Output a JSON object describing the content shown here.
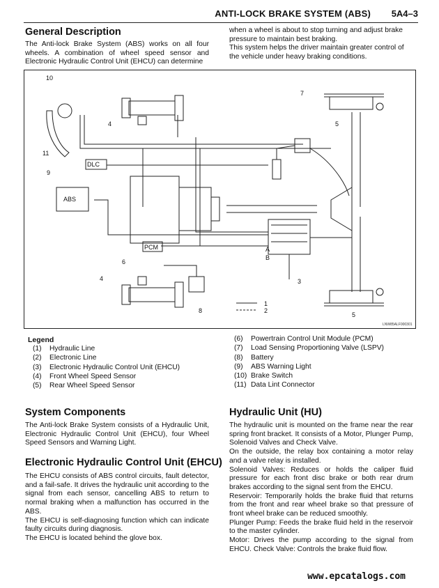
{
  "header": {
    "title": "ANTI-LOCK BRAKE SYSTEM (ABS)",
    "page": "5A4–3"
  },
  "general": {
    "heading": "General Description",
    "left": "The Anti-lock Brake System (ABS) works on all four wheels. A combination of wheel speed sensor and Electronic Hydraulic Control Unit (EHCU) can determine",
    "right": "when a wheel is about to stop turning and adjust brake pressure to maintain best braking.\nThis system helps the driver maintain greater control of the vehicle under heavy braking conditions."
  },
  "diagram": {
    "labels": {
      "dlc": "DLC",
      "abs": "ABS",
      "pcm": "PCM",
      "n1": "1",
      "n2": "2",
      "n3": "3",
      "n4a": "4",
      "n4b": "4",
      "n5a": "5",
      "n5b": "5",
      "n7": "7",
      "n8": "8",
      "n9": "9",
      "n10": "10",
      "n11": "11",
      "relay_a": "A",
      "relay_b": "B"
    },
    "code": "LNW85ALF000301"
  },
  "legend": {
    "title": "Legend",
    "items": [
      {
        "num": "(1)",
        "label": "Hydraulic Line"
      },
      {
        "num": "(2)",
        "label": "Electronic Line"
      },
      {
        "num": "(3)",
        "label": "Electronic Hydraulic Control Unit (EHCU)"
      },
      {
        "num": "(4)",
        "label": "Front Wheel Speed Sensor"
      },
      {
        "num": "(5)",
        "label": "Rear Wheel Speed Sensor"
      },
      {
        "num": "(6)",
        "label": "Powertrain Control Unit Module (PCM)"
      },
      {
        "num": "(7)",
        "label": "Load Sensing Proportioning Valve (LSPV)"
      },
      {
        "num": "(8)",
        "label": "Battery"
      },
      {
        "num": "(9)",
        "label": "ABS Warning Light"
      },
      {
        "num": "(10)",
        "label": "Brake Switch"
      },
      {
        "num": "(11)",
        "label": "Data Lint Connector"
      }
    ]
  },
  "system": {
    "heading": "System Components",
    "text": "The Anti-lock Brake System consists of a Hydraulic Unit, Electronic Hydraulic Control Unit (EHCU), four Wheel Speed Sensors and Warning Light."
  },
  "ehcu": {
    "heading": "Electronic Hydraulic Control Unit (EHCU)",
    "text": "The EHCU consists of ABS control circuits, fault detector, and a fail-safe. It drives the hydraulic unit according to the signal from each sensor, cancelling ABS to return to normal braking when a malfunction has occurred in the ABS.\nThe EHCU is self-diagnosing function which can indicate faulty circuits during diagnosis.\nThe EHCU is located behind the glove box."
  },
  "hu": {
    "heading": "Hydraulic Unit (HU)",
    "text": "The hydraulic unit is mounted on the frame near the rear spring front bracket. It consists of a Motor, Plunger Pump, Solenoid Valves and Check Valve.\nOn the outside, the relay box containing a motor relay and a valve relay is installed.\nSolenoid Valves: Reduces or holds the caliper fluid pressure for each front disc brake or both rear drum brakes according to the signal sent from the EHCU.\nReservoir: Temporarily holds the brake fluid that returns from the front and rear wheel brake so that pressure of front wheel brake can be reduced smoothly.\nPlunger Pump: Feeds the brake fluid held in the reservoir to the master cylinder.\nMotor: Drives the pump according to the signal from EHCU. Check Valve: Controls the brake fluid flow."
  },
  "footer": {
    "url": "www.epcatalogs.com"
  }
}
